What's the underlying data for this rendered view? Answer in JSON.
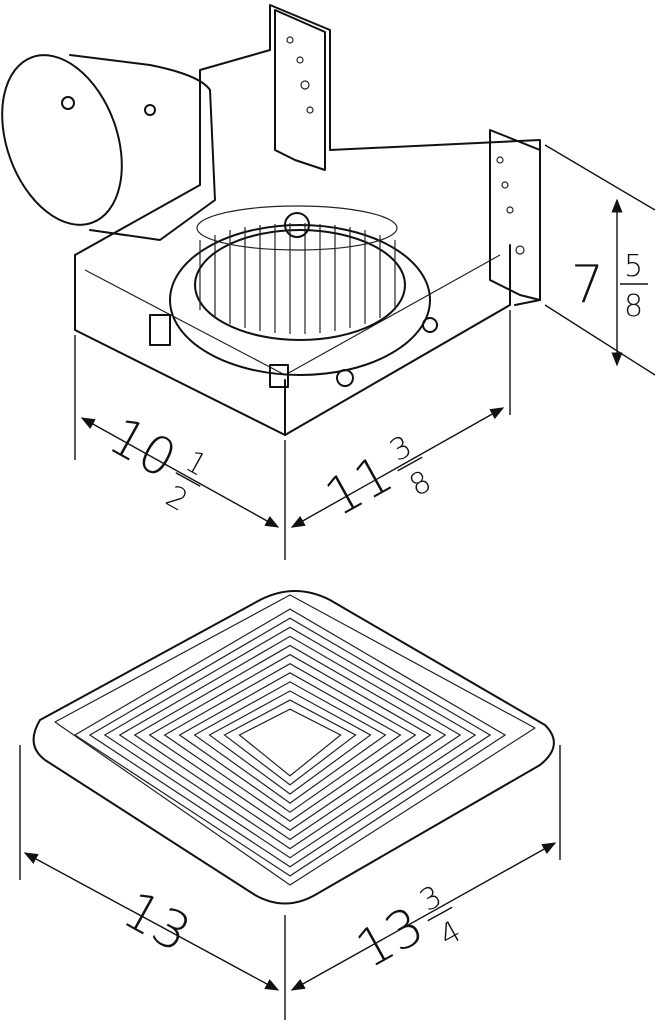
{
  "dimensions": {
    "housing_height": {
      "whole": "7",
      "num": "5",
      "den": "8"
    },
    "housing_width": {
      "whole": "10",
      "num": "1",
      "den": "2"
    },
    "housing_depth": {
      "whole": "11",
      "num": "3",
      "den": "8"
    },
    "grille_width": {
      "whole": "13"
    },
    "grille_depth": {
      "whole": "13",
      "num": "3",
      "den": "4"
    }
  },
  "colors": {
    "line": "#111111",
    "background": "#ffffff"
  }
}
